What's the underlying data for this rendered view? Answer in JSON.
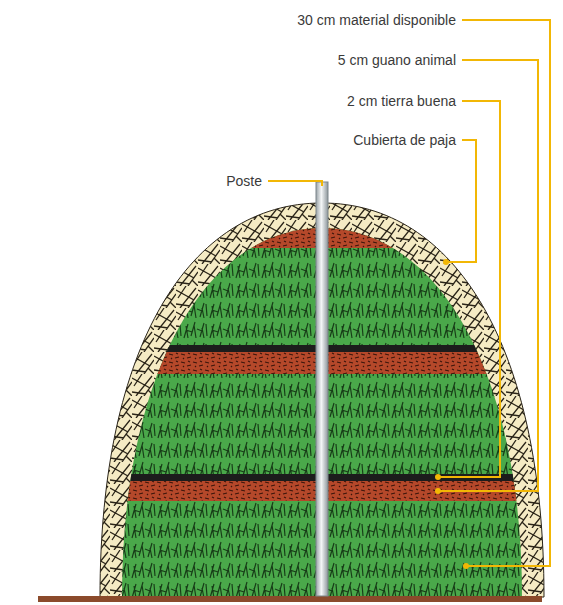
{
  "diagram": {
    "labels": [
      "30 cm material disponible",
      "5 cm guano animal",
      "2 cm tierra buena",
      "Cubierta de paja",
      "Poste"
    ]
  }
}
